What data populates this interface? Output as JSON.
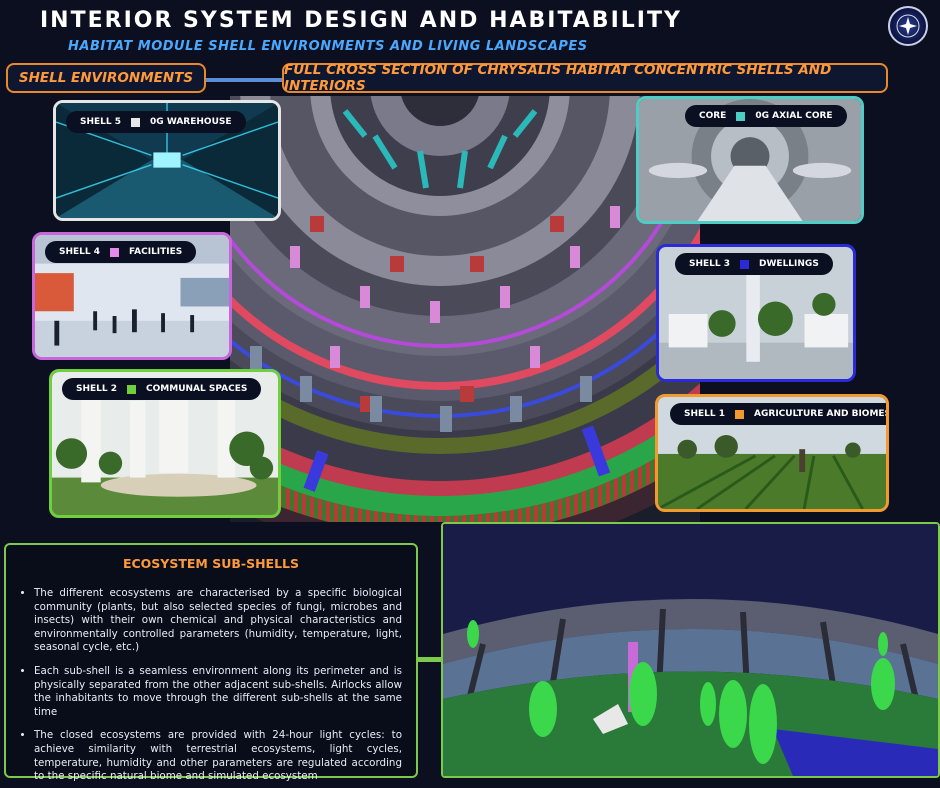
{
  "header": {
    "title": "INTERIOR SYSTEM DESIGN AND HABITABILITY",
    "subtitle": "HABITAT MODULE SHELL ENVIRONMENTS AND LIVING LANDSCAPES"
  },
  "tags": {
    "left": "SHELL ENVIRONMENTS",
    "right": "FULL CROSS SECTION OF CHRYSALIS HABITAT CONCENTRIC SHELLS AND INTERIORS"
  },
  "shells": [
    {
      "id": "shell5",
      "code": "SHELL 5",
      "name": "0G WAREHOUSE",
      "color": "#e6e6e6"
    },
    {
      "id": "shell4",
      "code": "SHELL 4",
      "name": "FACILITIES",
      "color": "#e48ae8"
    },
    {
      "id": "shell2",
      "code": "SHELL 2",
      "name": "COMMUNAL SPACES",
      "color": "#6fcf3c"
    },
    {
      "id": "core",
      "code": "CORE",
      "name": "0G AXIAL CORE",
      "color": "#4ecdc4"
    },
    {
      "id": "shell3",
      "code": "SHELL 3",
      "name": "DWELLINGS",
      "color": "#2a2ad8"
    },
    {
      "id": "shell1",
      "code": "SHELL 1",
      "name": "AGRICULTURE AND BIOMES",
      "color": "#f29a2e"
    }
  ],
  "ecosystem": {
    "title": "ECOSYSTEM SUB-SHELLS",
    "bullets": [
      "The different ecosystems are characterised by a specific biological community (plants, but also selected species of fungi, microbes and insects) with their own chemical and physical characteristics and environmentally controlled parameters (humidity, temperature, light, seasonal cycle, etc.)",
      "Each sub-shell is a seamless environment along its perimeter and is physically separated from the other adjacent sub-shells. Airlocks allow the inhabitants to move through the different sub-shells at the same time",
      "The closed ecosystems are provided with 24-hour light cycles: to achieve similarity with terrestrial ecosystems, light cycles, temperature, humidity and other parameters are regulated according to the specific natural biome and simulated ecosystem"
    ]
  },
  "colors": {
    "accent_orange": "#e88a2a",
    "accent_green": "#7cc94c",
    "accent_blue": "#4aa8ff"
  }
}
